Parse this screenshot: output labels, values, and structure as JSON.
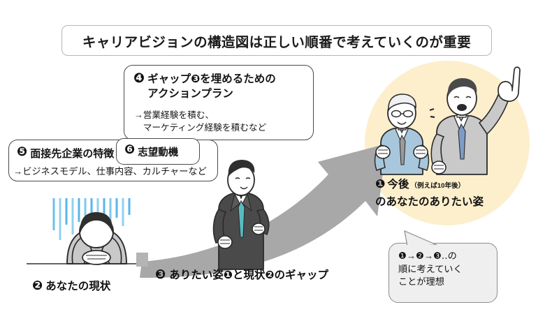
{
  "title": {
    "text": "キャリアビジョンの構造図は正しい順番で考えていくのが重要"
  },
  "boxes": {
    "box4": {
      "number": "❹",
      "heading": "ギャップ❸を埋めるための\nアクションプラン",
      "detail": "→営業経験を積む、\n　マーケティング経験を積むなど"
    },
    "box5": {
      "number": "❺",
      "heading": "面接先企業の特徴",
      "detail": "→ビジネスモデル、仕事内容、カルチャーなど"
    },
    "box6": {
      "number": "❻",
      "heading": "志望動機"
    }
  },
  "goal": {
    "number": "❶",
    "line1": "今後",
    "note": "（例えば10年後）",
    "line2": "のあなたのありたい姿"
  },
  "labels": {
    "current_state": {
      "number": "❷",
      "text": "あなたの現状"
    },
    "gap": {
      "number": "❸",
      "text": "ありたい姿❶と現状❷のギャップ"
    }
  },
  "bubble": {
    "text": "❶→❷→❸‥の\n順に考えていく\nことが理想"
  },
  "colors": {
    "arrow_gray": "#a8a8a8",
    "circle_beige": "#fdefcc",
    "bubble_gray": "#efefef",
    "tie_teal": "#57bcc0",
    "suit_lightblue": "#a8c7dc",
    "suit_gray": "#c9c9c9",
    "gloom_blue": "#5bb5e8",
    "border_dark": "#4a4a4a",
    "text_dark": "#111111"
  },
  "illustrations": {
    "dejected_person": "dejected-man-at-desk",
    "standing_person": "standing-businessman",
    "goal_people": "two-celebrating-businessmen",
    "gloom_lines": "vertical-blue-rain-lines"
  }
}
